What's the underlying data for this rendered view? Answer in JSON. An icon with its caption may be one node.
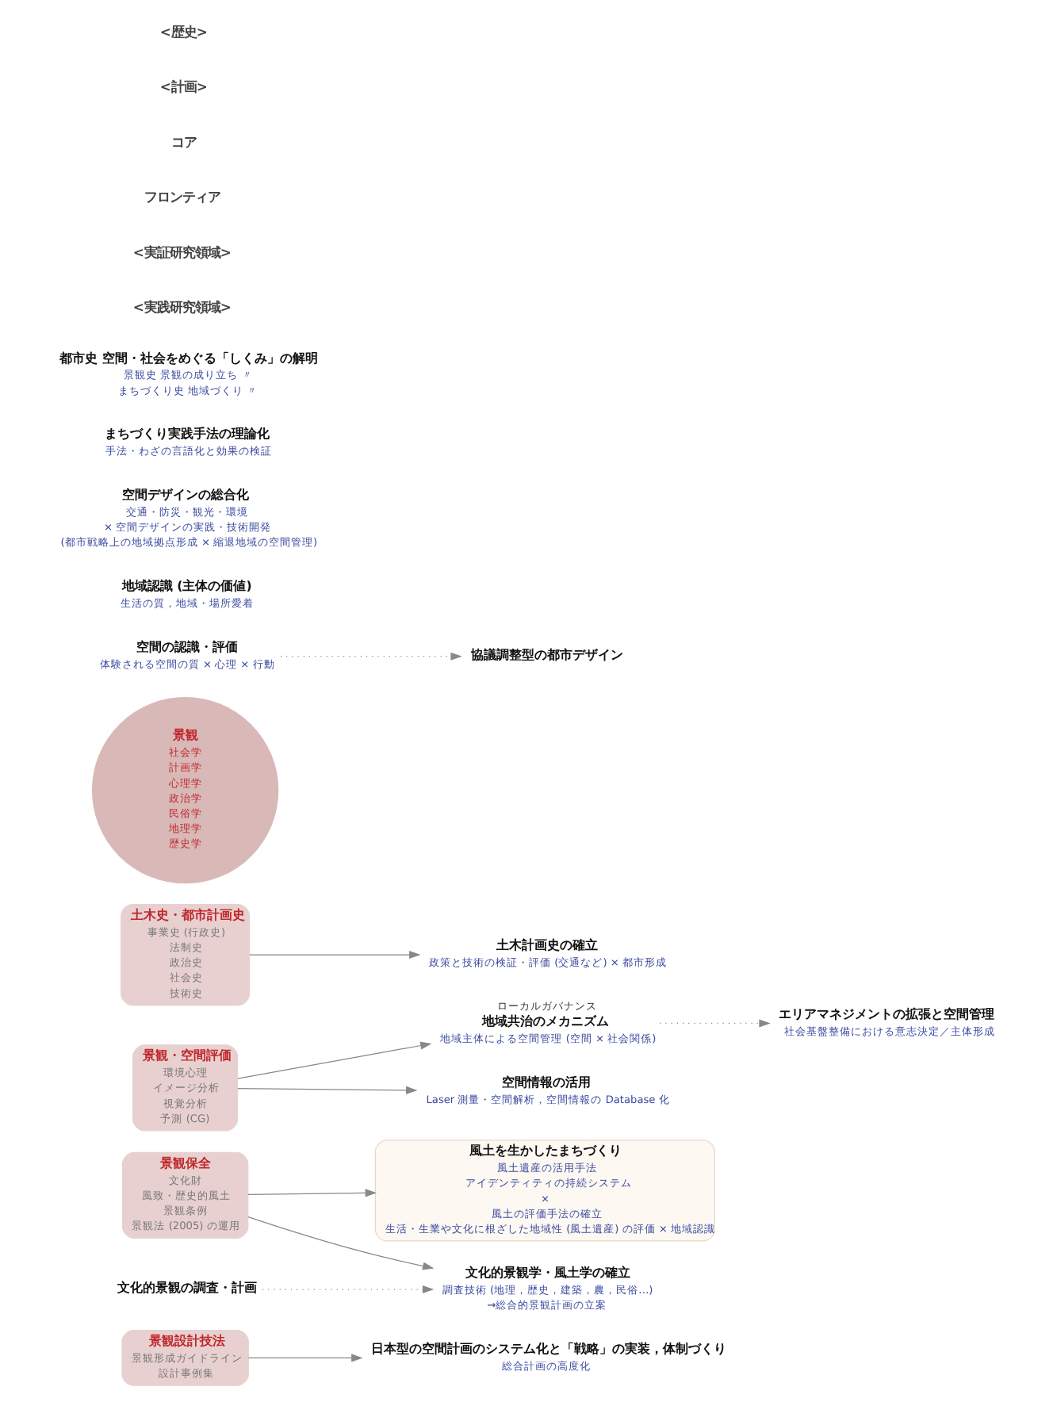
{
  "diagram": {
    "nodes": [
      {
        "text": [
          "景観設計技法",
          "景観形成ガイドライン",
          "設計事例集"
        ]
      },
      {
        "text": [
          "景観保全",
          "文化財",
          "風致・歴史的風土",
          "景観条例",
          "景観法 (2005) の運用"
        ]
      },
      {
        "text": [
          "景観・空間評価",
          "環境心理",
          "イメージ分析",
          "視覚分析",
          "予測 (CG)"
        ]
      },
      {
        "text": [
          "土木史・都市計画史",
          "事業史 (行政史)",
          "法制史",
          "政治史",
          "社会史",
          "技術史"
        ]
      },
      {
        "text": [
          "景観",
          "社会学",
          "計画学",
          "心理学",
          "政治学",
          "民俗学",
          "地理学",
          "歴史学"
        ]
      },
      {
        "text": [
          "日本型の空間計画のシステム化と「戦略」の実装，体制づくり",
          "総合計画の高度化"
        ]
      },
      {
        "text": [
          "風土を生かしたまちづくり",
          "風土遺産の活用手法",
          "アイデンティティの持続システム",
          "×",
          "風土の評価手法の確立",
          "生活・生業や文化に根ざした地域性 (風土遺産) の評価 × 地域認識"
        ]
      },
      {
        "text": [
          "文化的景観学・風土学の確立",
          "調査技術 (地理，歴史，建築，農，民俗…)",
          "→総合的景観計画の立案"
        ]
      },
      {
        "text": [
          "地域共治のメカニズム",
          "地域主体による空間管理 (空間 × 社会関係)"
        ],
        "beside": [
          "ローカルガバナンス"
        ]
      },
      {
        "text": [
          "空間情報の活用",
          "Laser 測量・空間解析，空間情報の Database 化"
        ]
      },
      {
        "text": [
          "土木計画史の確立",
          "政策と技術の検証・評価 (交通など) × 都市形成"
        ]
      },
      {
        "text": [
          "エリアマネジメントの拡張と空間管理",
          "社会基盤整備における意志決定／主体形成"
        ]
      },
      {
        "text": [
          "協議調整型の都市デザイン"
        ]
      },
      {
        "text": [
          "空間の認識・評価",
          "体験される空間の質 × 心理 × 行動"
        ]
      },
      {
        "text": [
          "地域認識 (主体の価値)",
          "生活の質，地域・場所愛着"
        ]
      },
      {
        "text": [
          "文化的景観の調査・計画"
        ]
      },
      {
        "text": [
          "空間デザインの総合化",
          "交通・防災・観光・環境",
          "× 空間デザインの実践・技術開発",
          "(都市戦略上の地域拠点形成 × 縮退地域の空間管理)"
        ]
      },
      {
        "text": [
          "まちづくり実践手法の理論化",
          "手法・わざの言語化と効果の検証"
        ]
      },
      {
        "text": [
          "都市史 空間・社会をめぐる「しくみ」の解明",
          "景観史 景観の成り立ち 〃",
          "まちづくり史 地域づくり 〃"
        ]
      }
    ],
    "edges": [
      {
        "from": 0,
        "to": 5,
        "arrow": "to"
      },
      {
        "from": 1,
        "to": 6,
        "arrow": "to"
      },
      {
        "from": 1,
        "to": 7,
        "arrow": "to"
      },
      {
        "from": 2,
        "to": 8,
        "arrow": "to"
      },
      {
        "from": 2,
        "to": 9,
        "arrow": "to"
      },
      {
        "from": 3,
        "to": 10,
        "arrow": "to"
      },
      {
        "from": 8,
        "to": 11,
        "arrow": "to",
        "style": "dashed"
      },
      {
        "from": 13,
        "to": 12,
        "arrow": "to",
        "style": "dashed"
      },
      {
        "from": 15,
        "to": 7,
        "arrow": "to",
        "style": "dashed"
      }
    ],
    "labels": [
      "<実践研究領域>",
      "<実証研究領域>",
      "フロンティア",
      "コア",
      "<計画>",
      "<歴史>"
    ]
  }
}
